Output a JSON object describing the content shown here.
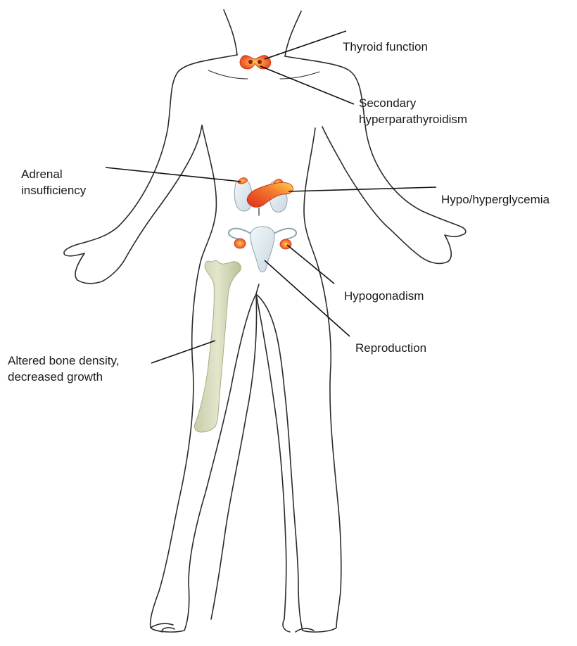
{
  "colors": {
    "outline": "#2b2b2b",
    "leader_line": "#111111",
    "gland_hot": "#e8401c",
    "gland_warm": "#f59a3a",
    "organ_fill": "#dfe9ef",
    "organ_stroke": "#8fa3ad",
    "bone_fill": "#d6d9bd",
    "bone_stroke": "#a9ad86"
  },
  "labels": {
    "thyroid": "Thyroid function",
    "parathyroid_line1": "Secondary",
    "parathyroid_line2": "hyperparathyroidism",
    "adrenal_line1": "Adrenal",
    "adrenal_line2": "insufficiency",
    "pancreas": "Hypo/hyperglycemia",
    "gonads": "Hypogonadism",
    "uterus": "Reproduction",
    "bone_line1": "Altered bone density,",
    "bone_line2": "decreased growth"
  },
  "icons": {
    "thyroid": "thyroid-gland-icon",
    "adrenal": "adrenal-glands-icon",
    "pancreas": "pancreas-icon",
    "reproductive": "uterus-ovaries-icon",
    "bone": "femur-bone-icon"
  }
}
